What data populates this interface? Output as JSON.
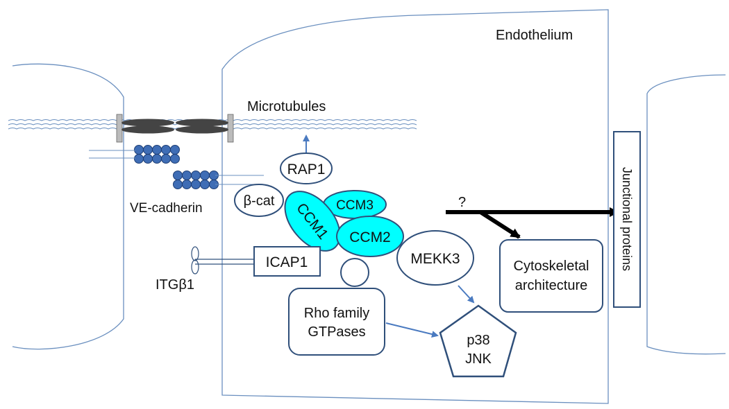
{
  "colors": {
    "membrane": "#6a8fbf",
    "node_outline": "#2f4f7a",
    "ccm_fill": "#00ffff",
    "arrow": "#4a7ac0",
    "cadherin": "#3f6db5",
    "junction_bar": "#333333",
    "black_arrow": "#000000"
  },
  "labels": {
    "endothelium": "Endothelium",
    "microtubules": "Microtubules",
    "ve_cadherin": "VE-cadherin",
    "itgb1": "ITGβ1",
    "question": "?",
    "junctional_proteins": "Junctional proteins"
  },
  "nodes": {
    "rap1": "RAP1",
    "bcat": "β-cat",
    "ccm1": "CCM1",
    "ccm3": "CCM3",
    "ccm2": "CCM2",
    "icap1": "ICAP1",
    "mekk3": "MEKK3",
    "rho_line1": "Rho family",
    "rho_line2": "GTPases",
    "p38": "p38",
    "jnk": "JNK",
    "cyto_line1": "Cytoskeletal",
    "cyto_line2": "architecture"
  }
}
